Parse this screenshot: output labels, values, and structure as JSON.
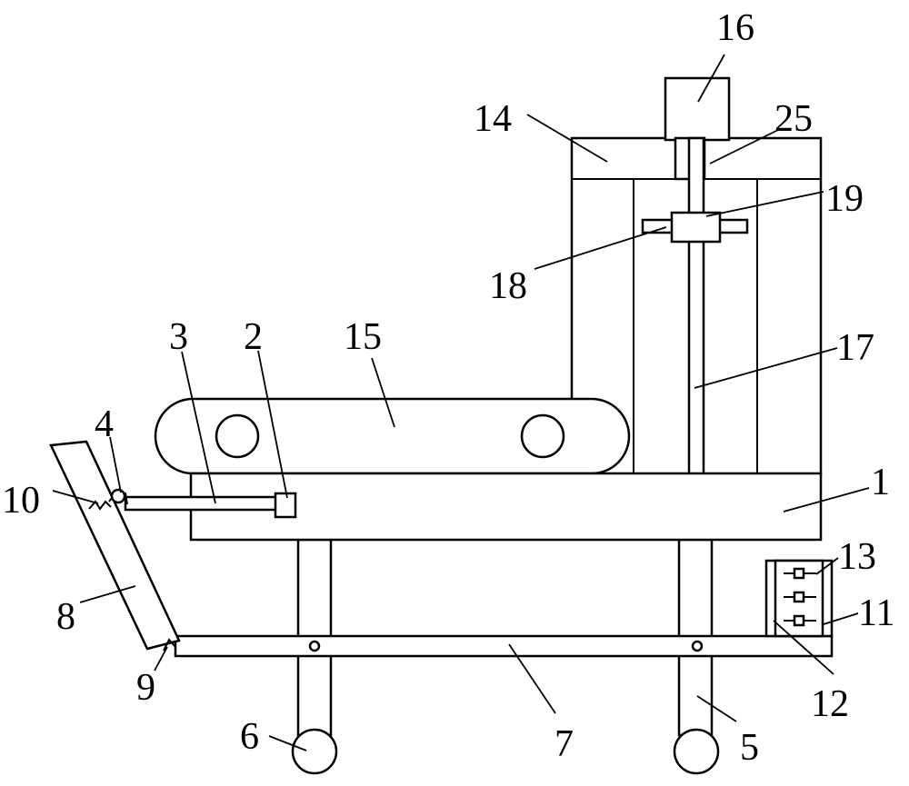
{
  "labels": {
    "l1": "1",
    "l2": "2",
    "l3": "3",
    "l4": "4",
    "l5": "5",
    "l6": "6",
    "l7": "7",
    "l8": "8",
    "l9": "9",
    "l10": "10",
    "l11": "11",
    "l12": "12",
    "l13": "13",
    "l14": "14",
    "l15": "15",
    "l16": "16",
    "l17": "17",
    "l18": "18",
    "l19": "19",
    "l25": "25"
  }
}
